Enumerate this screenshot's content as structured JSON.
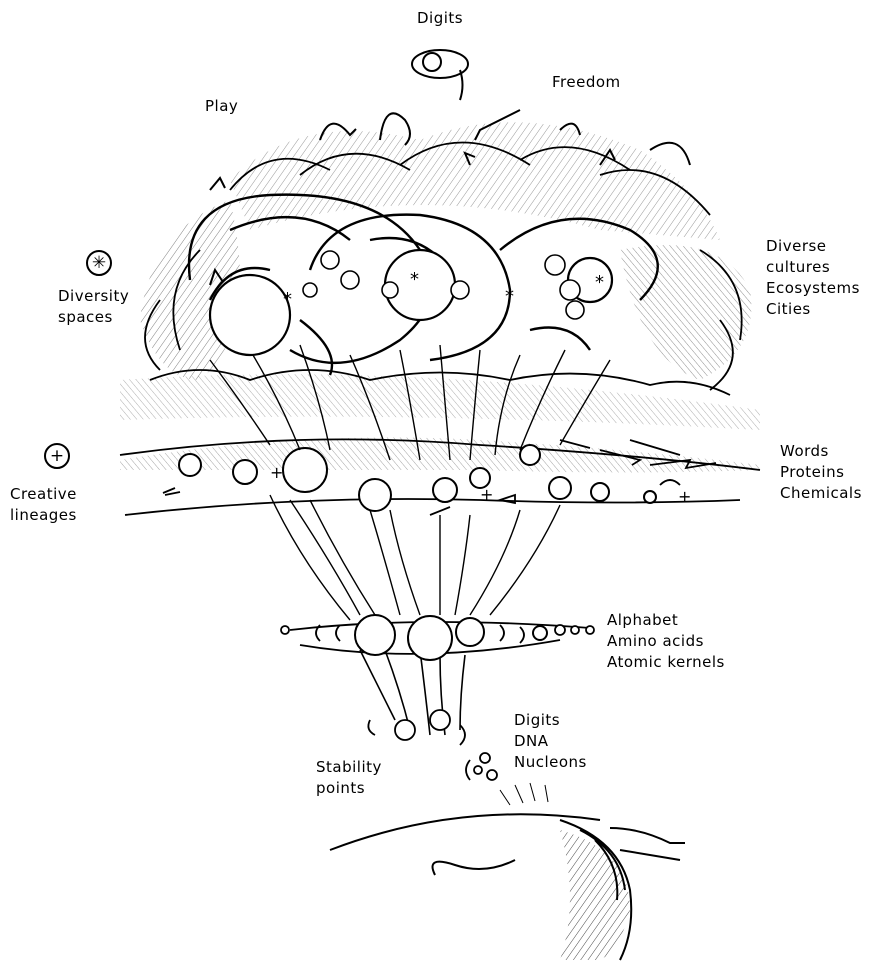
{
  "labels": {
    "top_digits": "Digits",
    "freedom": "Freedom",
    "play": "Play",
    "diversity_symbol": "✳",
    "diversity_spaces": [
      "Diversity",
      "spaces"
    ],
    "diverse": [
      "Diverse",
      "cultures",
      "Ecosystems",
      "Cities"
    ],
    "creative_symbol": "+",
    "creative_lineages": [
      "Creative",
      "lineages"
    ],
    "words": [
      "Words",
      "Proteins",
      "Chemicals"
    ],
    "alphabet": [
      "Alphabet",
      "Amino acids",
      "Atomic kernels"
    ],
    "digits_dna": [
      "Digits",
      "DNA",
      "Nucleons"
    ],
    "stability_points": [
      "Stability",
      "points"
    ]
  },
  "colors": {
    "ink": "#000000",
    "paper": "#ffffff"
  }
}
